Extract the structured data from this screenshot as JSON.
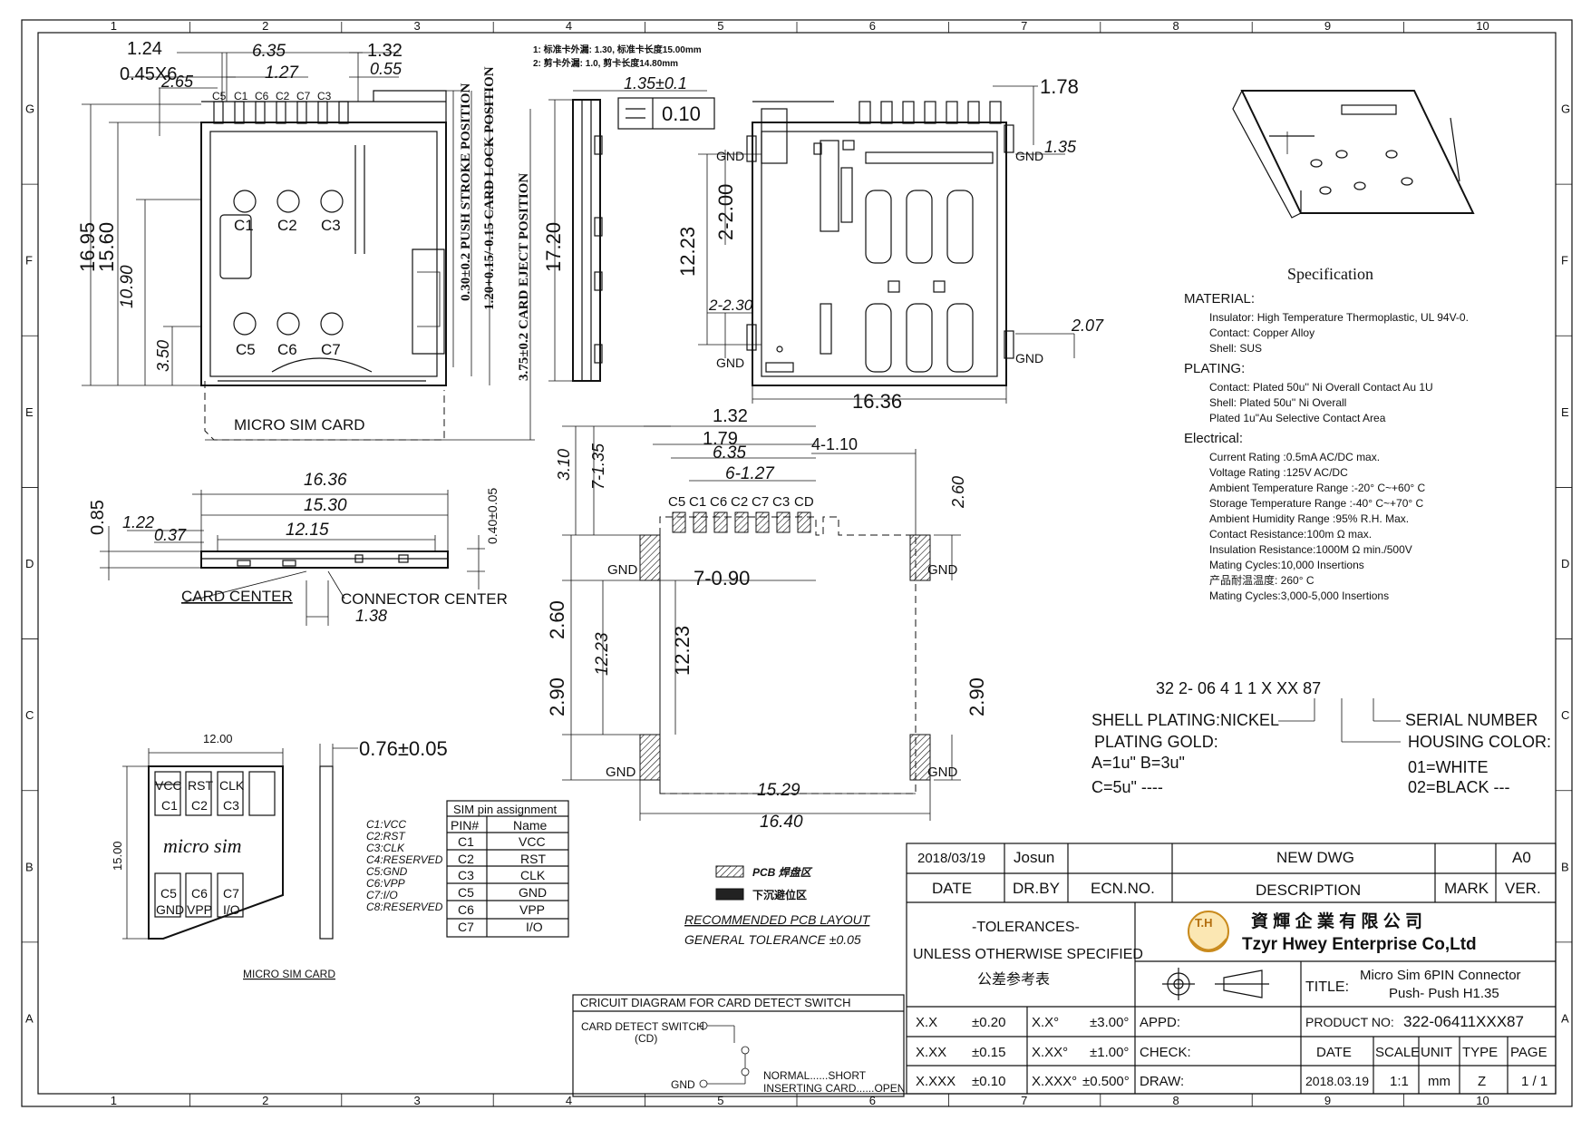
{
  "grid": {
    "cols": [
      "1",
      "2",
      "3",
      "4",
      "5",
      "6",
      "7",
      "8",
      "9",
      "10"
    ],
    "rows": [
      "G",
      "F",
      "E",
      "D",
      "C",
      "B",
      "A"
    ]
  },
  "top_view": {
    "dims": [
      "1.24",
      "6.35",
      "1.32",
      "0.45X6",
      "1.27",
      "0.55",
      "2.65",
      "16.95",
      "15.60",
      "10.90",
      "3.50"
    ],
    "pins_top": [
      "C5",
      "C1",
      "C6",
      "C2",
      "C7",
      "C3"
    ],
    "contacts_upper": [
      "C1",
      "C2",
      "C3"
    ],
    "contacts_lower": [
      "C5",
      "C6",
      "C7"
    ],
    "card_label": "MICRO SIM CARD",
    "stroke_labels": [
      "0.30±0.2 PUSH STROKE POSITION",
      "1.20+0.15/-0.15 CARD LOCK POSITION",
      "3.75±0.2 CARD EJECT POSITION"
    ]
  },
  "notes_cn": [
    "1: 标准卡外漏: 1.30, 标准卡长度15.00mm",
    "2: 剪卡外漏: 1.0, 剪卡长度14.80mm"
  ],
  "side_view": {
    "dims": [
      "17.20",
      "1.35±0.1",
      "0.10"
    ]
  },
  "bottom_view": {
    "dims": [
      "1.78",
      "1.35",
      "2-2.00",
      "12.23",
      "2-2.30",
      "2.07",
      "16.36"
    ],
    "gnd": [
      "GND",
      "GND",
      "GND",
      "GND"
    ]
  },
  "front_view": {
    "dims": [
      "16.36",
      "15.30",
      "12.15",
      "0.85",
      "1.22",
      "0.37",
      "0.40±0.05",
      "1.38"
    ],
    "card_center": "CARD CENTER",
    "connector_center": "CONNECTOR CENTER"
  },
  "pcb": {
    "dims": [
      "1.32",
      "1.79",
      "6.35",
      "6-1.27",
      "4-1.10",
      "3.10",
      "7-1.35",
      "2.60",
      "7-0.90",
      "2.60",
      "12.23",
      "12.23",
      "2.90",
      "2.90",
      "15.29",
      "16.40"
    ],
    "pads": [
      "C5",
      "C1",
      "C6",
      "C2",
      "C7",
      "C3",
      "CD"
    ],
    "gnd": [
      "GND",
      "GND",
      "GND",
      "GND"
    ],
    "legend_hatch": "PCB 焊盘区",
    "legend_solid": "下沉避位区",
    "title": "RECOMMENDED PCB LAYOUT",
    "tolerance": "GENERAL TOLERANCE ±0.05"
  },
  "sim_card": {
    "width": "12.00",
    "height": "15.00",
    "thickness": "0.76±0.05",
    "top_contacts": [
      [
        "VCC",
        "C1"
      ],
      [
        "RST",
        "C2"
      ],
      [
        "CLK",
        "C3"
      ]
    ],
    "bottom_contacts": [
      [
        "C5",
        "GND"
      ],
      [
        "C6",
        "VPP"
      ],
      [
        "C7",
        "I/O"
      ]
    ],
    "brand": "micro sim",
    "caption": "MICRO SIM CARD",
    "pin_notes": [
      "C1:VCC",
      "C2:RST",
      "C3:CLK",
      "C4:RESERVED",
      "C5:GND",
      "C6:VPP",
      "C7:I/O",
      "C8:RESERVED"
    ]
  },
  "pin_table": {
    "title": "SIM pin assignment",
    "headers": [
      "PIN#",
      "Name"
    ],
    "rows": [
      [
        "C1",
        "VCC"
      ],
      [
        "C2",
        "RST"
      ],
      [
        "C3",
        "CLK"
      ],
      [
        "C5",
        "GND"
      ],
      [
        "C6",
        "VPP"
      ],
      [
        "C7",
        "I/O"
      ]
    ]
  },
  "circuit": {
    "title": "CRICUIT DIAGRAM FOR CARD DETECT SWITCH",
    "switch_label": "CARD DETECT SWITCH",
    "cd": "(CD)",
    "gnd": "GND",
    "normal": "NORMAL......SHORT",
    "inserting": "INSERTING CARD......OPEN"
  },
  "spec": {
    "title": "Specification",
    "lines": [
      {
        "t": "MATERIAL:",
        "h": true
      },
      {
        "t": "Insulator: High Temperature Thermoplastic, UL 94V-0.",
        "h": false
      },
      {
        "t": "Contact: Copper Alloy",
        "h": false
      },
      {
        "t": "Shell: SUS",
        "h": false
      },
      {
        "t": "PLATING:",
        "h": true
      },
      {
        "t": "Contact: Plated 50u'' Ni Overall Contact Au 1U",
        "h": false
      },
      {
        "t": "Shell: Plated 50u'' Ni Overall",
        "h": false
      },
      {
        "t": "Plated 1u\"Au Selective Contact Area",
        "h": false
      },
      {
        "t": "Electrical:",
        "h": true
      },
      {
        "t": "Current Rating :0.5mA AC/DC max.",
        "h": false
      },
      {
        "t": "Voltage Rating :125V AC/DC",
        "h": false
      },
      {
        "t": "Ambient Temperature Range :-20° C~+60° C",
        "h": false
      },
      {
        "t": "Storage Temperature Range :-40° C~+70° C",
        "h": false
      },
      {
        "t": "Ambient Humidity Range :95% R.H. Max.",
        "h": false
      },
      {
        "t": "Contact Resistance:100m Ω max.",
        "h": false
      },
      {
        "t": "Insulation Resistance:1000M Ω min./500V",
        "h": false
      },
      {
        "t": "Mating Cycles:10,000 Insertions",
        "h": false
      },
      {
        "t": "产品耐温温度: 260° C",
        "h": false
      },
      {
        "t": "Mating Cycles:3,000-5,000 Insertions",
        "h": false
      }
    ]
  },
  "partcode": {
    "code": "32 2- 06 4 1 1  X  XX  87",
    "shell": "SHELL PLATING:NICKEL",
    "plating_gold": "PLATING GOLD:",
    "ab": "A=1u\"  B=3u\"",
    "c": "C=5u\"  ----",
    "serial": "SERIAL NUMBER",
    "housing": "HOUSING COLOR:",
    "white": "01=WHITE",
    "black": "02=BLACK  ---"
  },
  "titleblock": {
    "rev_date": "2018/03/19",
    "rev_by": "Josun",
    "rev_desc": "NEW DWG",
    "rev_ver": "A0",
    "hdr_date": "DATE",
    "hdr_drby": "DR.BY",
    "hdr_ecn": "ECN.NO.",
    "hdr_desc": "DESCRIPTION",
    "hdr_mark": "MARK",
    "hdr_ver": "VER.",
    "tol_title": "-TOLERANCES-",
    "tol_sub": "UNLESS OTHERWISE SPECIFIED",
    "tol_cn": "公差参考表",
    "company_cn": "資 輝 企 業 有 限 公 司",
    "company_en": "Tzyr Hwey Enterprise Co,Ltd",
    "logo": "T.H",
    "title_label": "TITLE:",
    "title_1": "Micro Sim 6PIN Connector",
    "title_2": "Push- Push H1.35",
    "tol_rows": [
      [
        "X.X",
        "±0.20",
        "X.X°",
        "±3.00°"
      ],
      [
        "X.XX",
        "±0.15",
        "X.XX°",
        "±1.00°"
      ],
      [
        "X.XXX",
        "±0.10",
        "X.XXX°",
        "±0.500°"
      ]
    ],
    "appd": "APPD:",
    "check": "CHECK:",
    "draw": "DRAW:",
    "product_label": "PRODUCT NO:",
    "product_no": "322-06411XXX87",
    "b_date": "DATE",
    "b_scale": "SCALE",
    "b_unit": "UNIT",
    "b_type": "TYPE",
    "b_page": "PAGE",
    "v_date": "2018.03.19",
    "v_scale": "1:1",
    "v_unit": "mm",
    "v_type": "Z",
    "v_page": "1 / 1"
  }
}
